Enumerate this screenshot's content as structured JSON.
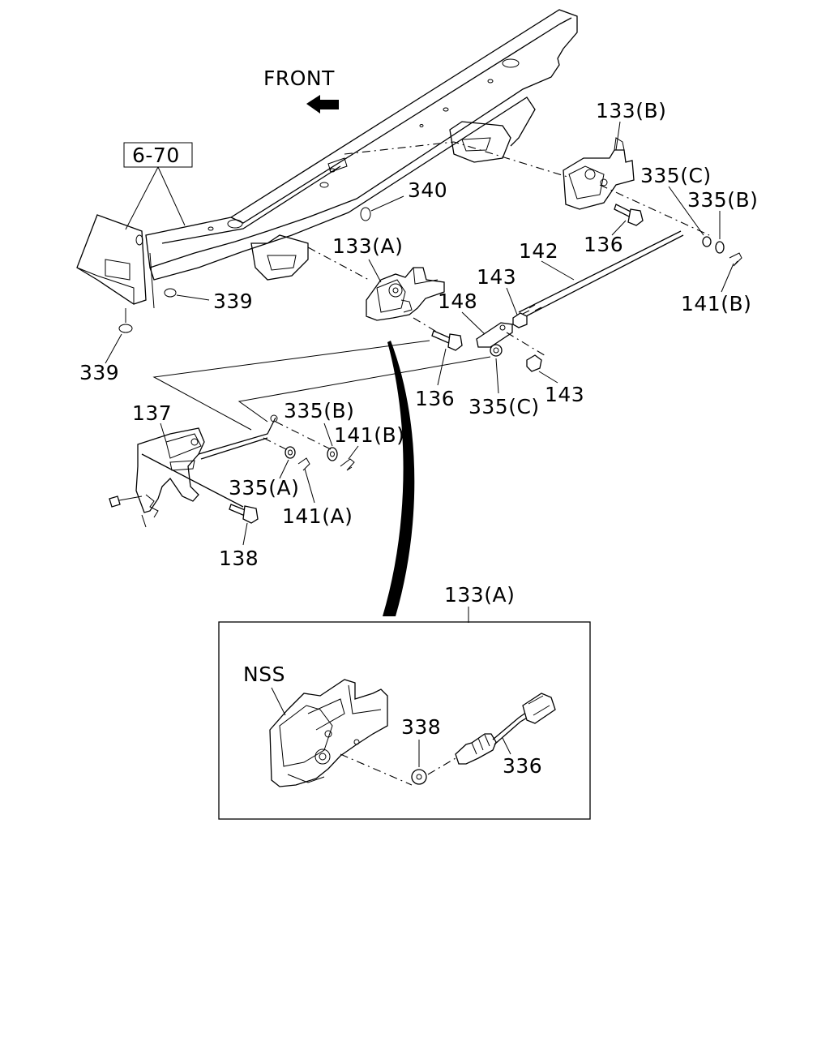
{
  "labels": {
    "front": "FRONT",
    "ref_6_70": "6-70",
    "p340": "340",
    "p133b": "133(B)",
    "p335c_top": "335(C)",
    "p335b_top": "335(B)",
    "p136_top": "136",
    "p142": "142",
    "p141b_top": "141(B)",
    "p133a": "133(A)",
    "p143_top": "143",
    "p148": "148",
    "p339_mid": "339",
    "p339_left": "339",
    "p136_mid": "136",
    "p335c_mid": "335(C)",
    "p143_mid": "143",
    "p137": "137",
    "p335b_mid": "335(B)",
    "p141b_mid": "141(B)",
    "p335a": "335(A)",
    "p141a": "141(A)",
    "p138": "138",
    "p133a_detail": "133(A)",
    "nss": "NSS",
    "p338": "338",
    "p336": "336"
  }
}
